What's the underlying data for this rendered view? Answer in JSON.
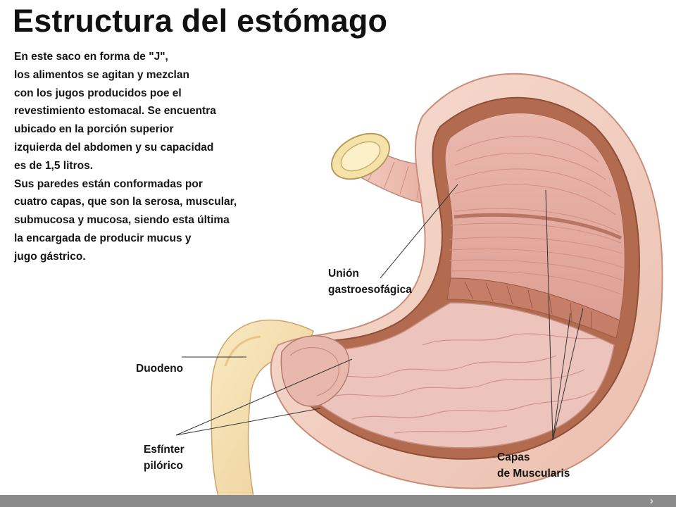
{
  "title": "Estructura del estómago",
  "description_lines": [
    "En este saco en forma de \"J\",",
    "los alimentos se agitan y mezclan",
    "con los jugos producidos poe el",
    "revestimiento estomacal. Se encuentra",
    "ubicado en la porción superior",
    "izquierda del abdomen y su capacidad",
    "es de 1,5 litros.",
    "Sus paredes están conformadas por",
    "cuatro capas, que son la serosa, muscular,",
    "submucosa y mucosa, siendo esta última",
    "la encargada de producir mucus y",
    "jugo gástrico."
  ],
  "labels": {
    "union": [
      "Unión",
      "gastroesofágica"
    ],
    "duodeno": "Duodeno",
    "esfinter": [
      "Esfínter",
      "pilórico"
    ],
    "capas": [
      "Capas",
      "de Muscularis"
    ]
  },
  "colors": {
    "outer_wall": "#f3d2c5",
    "inner_wall": "#b36b4f",
    "muscle": "#e6b1a6",
    "mucosa": "#edc4bc",
    "duodenum": "#f6dfb0",
    "esophagus_cap": "#f4e2a8",
    "footer": "#8b8b8b"
  },
  "footer": {
    "arrow_icon": "chevron-right-icon"
  }
}
